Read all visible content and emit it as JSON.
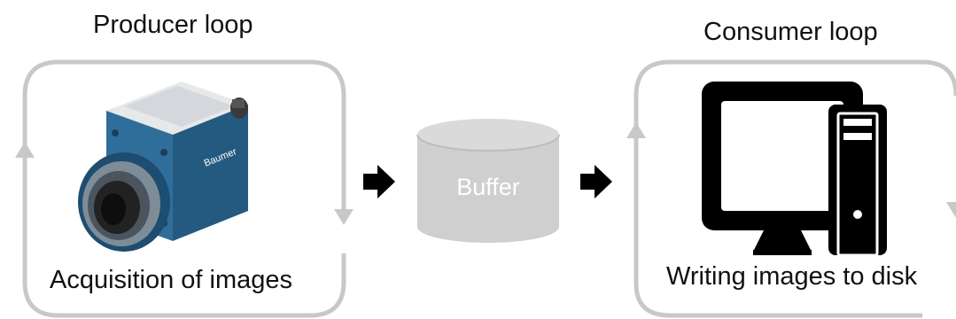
{
  "producer": {
    "title": "Producer loop",
    "caption": "Acquisition of images",
    "camera_brand": "Baumer"
  },
  "buffer": {
    "label": "Buffer"
  },
  "consumer": {
    "title": "Consumer loop",
    "caption": "Writing images to disk"
  },
  "colors": {
    "loop_stroke": "#c8c8c8",
    "buffer_fill": "#cfcfcf",
    "buffer_top": "#dadada",
    "camera_body": "#2f6e9a",
    "camera_top": "#e6e8ea",
    "computer": "#000000",
    "arrow": "#000000"
  },
  "icons": {
    "camera": "industrial-camera-icon",
    "computer": "desktop-computer-icon",
    "flow_arrows": "right-arrow-icon"
  }
}
